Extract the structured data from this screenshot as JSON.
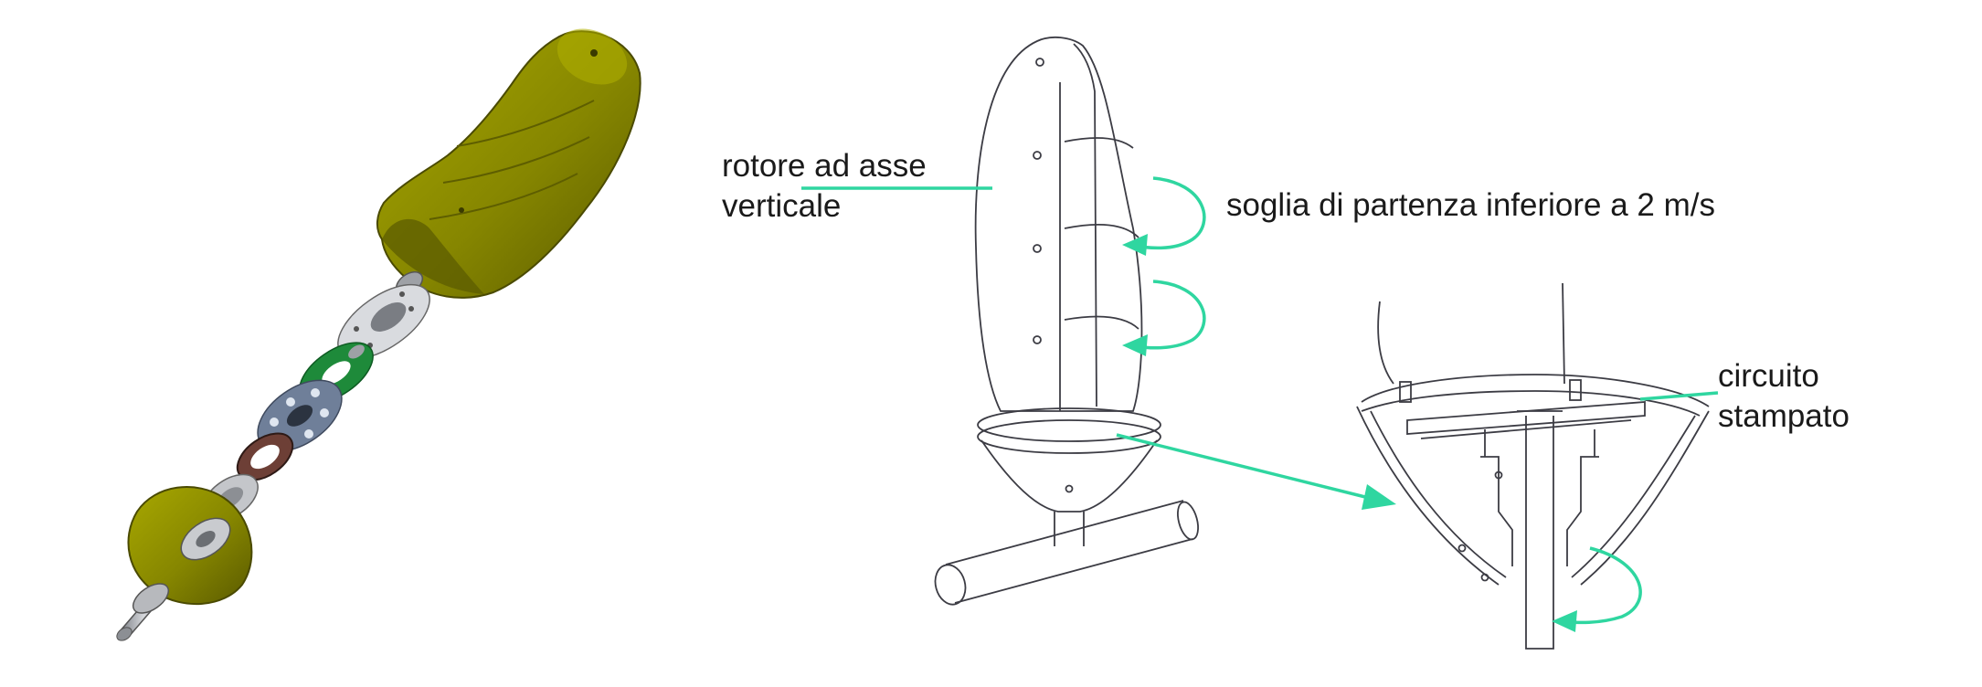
{
  "labels": {
    "rotor_line1": "rotore ad asse",
    "rotor_line2": "verticale",
    "threshold": "soglia di partenza inferiore a 2 m/s",
    "pcb_line1": "circuito",
    "pcb_line2": "stampato"
  },
  "colors": {
    "accent": "#2fd6a0",
    "drawing_line": "#3c3c44",
    "shell_olive": "#8a8a00",
    "shell_olive_dark": "#5e5e00",
    "pcb_green": "#1e8a3a",
    "metal_grey": "#b5b8bd",
    "stator_blue": "#6f7f99",
    "text": "#1a1a1a"
  },
  "icons": [
    "rotation-arrow-icon",
    "pointer-arrow-icon"
  ]
}
